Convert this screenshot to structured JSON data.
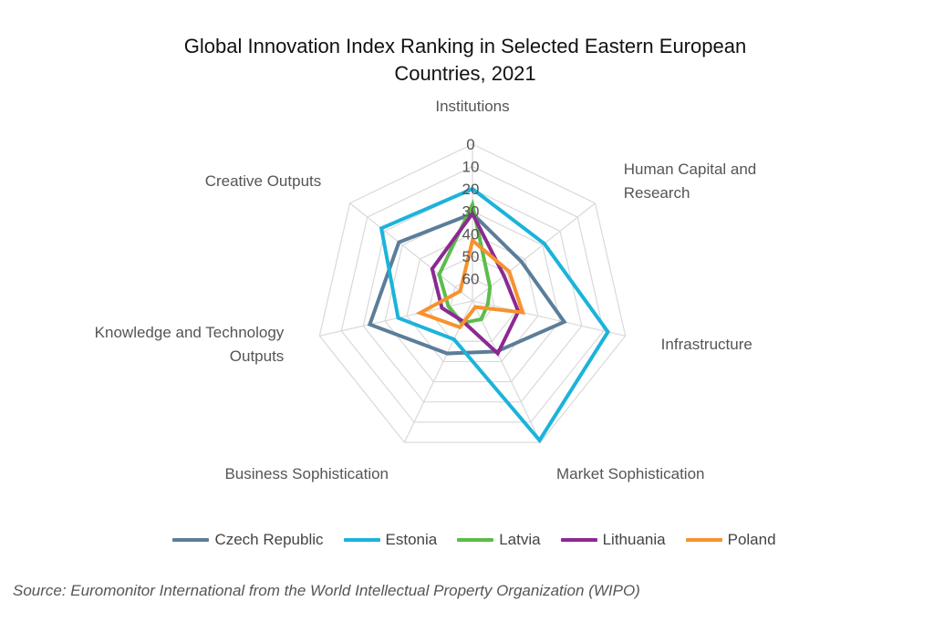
{
  "chart_data": {
    "type": "radar",
    "title_lines": [
      "Global Innovation Index Ranking in Selected Eastern European",
      "Countries, 2021"
    ],
    "axes": [
      "Institutions",
      "Human Capital and Research",
      "Infrastructure",
      "Market Sophistication",
      "Business Sophistication",
      "Knowledge and Technology Outputs",
      "Creative Outputs"
    ],
    "axis_label_lines": [
      [
        "Institutions"
      ],
      [
        "Human Capital and",
        "Research"
      ],
      [
        "Infrastructure"
      ],
      [
        "Market Sophistication"
      ],
      [
        "Business Sophistication"
      ],
      [
        "Knowledge and Technology",
        "Outputs"
      ],
      [
        "Creative Outputs"
      ]
    ],
    "radial_axis": {
      "min": 0,
      "max": 70,
      "reversed": true,
      "ticks": [
        0,
        10,
        20,
        30,
        40,
        50,
        60
      ],
      "tick_labels": [
        "0",
        "10",
        "20",
        "30",
        "40",
        "50",
        "60"
      ]
    },
    "series": [
      {
        "name": "Czech Republic",
        "color": "#5B7D99",
        "values": [
          31,
          42,
          28,
          45,
          44,
          23,
          28
        ]
      },
      {
        "name": "Estonia",
        "color": "#1BB3DA",
        "values": [
          20,
          29,
          8,
          1,
          51,
          36,
          18
        ]
      },
      {
        "name": "Latvia",
        "color": "#5BBD4B",
        "values": [
          27,
          60,
          63,
          61,
          59,
          59,
          51
        ]
      },
      {
        "name": "Lithuania",
        "color": "#8B2A90",
        "values": [
          31,
          52,
          49,
          44,
          60,
          56,
          47
        ]
      },
      {
        "name": "Poland",
        "color": "#F7922E",
        "values": [
          43,
          49,
          47,
          67,
          57,
          46,
          63
        ]
      }
    ],
    "legend_position": "bottom",
    "grid": true
  },
  "source_note": "Source: Euromonitor International from the World Intellectual Property Organization (WIPO)"
}
